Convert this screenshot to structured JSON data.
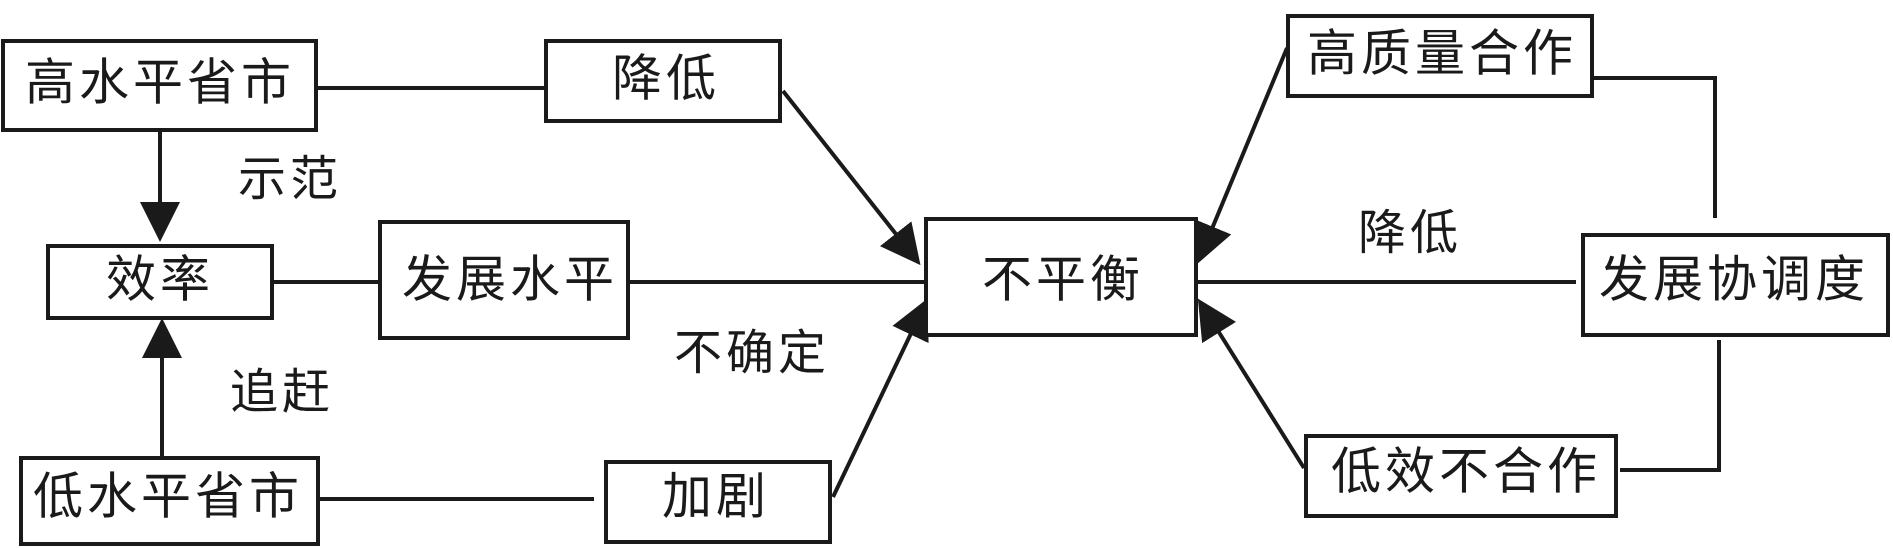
{
  "diagram": {
    "nodes": {
      "high_province": "高水平省市",
      "efficiency": "效率",
      "low_province": "低水平省市",
      "reduce_top": "降低",
      "dev_level": "发展水平",
      "aggravate": "加剧",
      "imbalance": "不平衡",
      "high_quality_coop": "高质量合作",
      "dev_coordination": "发展协调度",
      "low_efficiency_noncoop": "低效不合作"
    },
    "labels": {
      "demonstration": "示范",
      "catch_up": "追赶",
      "uncertain": "不确定",
      "reduce_right": "降低"
    }
  }
}
